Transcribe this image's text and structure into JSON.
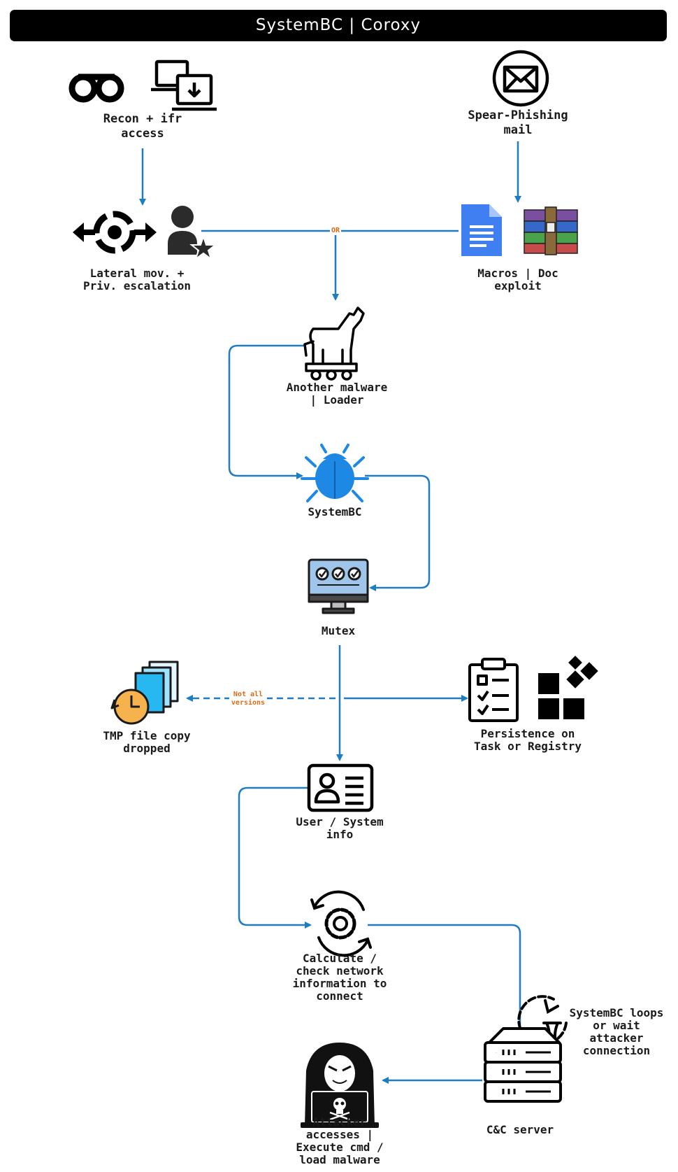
{
  "title": "SystemBC | Coroxy",
  "colors": {
    "arrow": "#1d7dc1",
    "note": "#e06a12",
    "bug": "#1e88e5",
    "doc": "#3f7ff2",
    "clock": "#f6b24c"
  },
  "nodes": {
    "recon": {
      "icon": "binoculars-icon",
      "icon2": "remote-access-icon",
      "lines": [
        "Recon + ifr",
        "access"
      ]
    },
    "phishing": {
      "icon": "envelope-icon",
      "lines": [
        "Spear-Phishing",
        "mail"
      ]
    },
    "lateral": {
      "icon": "lateral-movement-icon",
      "icon2": "privileged-user-icon",
      "lines": [
        "Lateral mov. +",
        "Priv. escalation"
      ]
    },
    "macros": {
      "icon": "google-doc-icon",
      "icon2": "winrar-archive-icon",
      "lines": [
        "Macros | Doc",
        "exploit"
      ]
    },
    "loader": {
      "icon": "trojan-horse-icon",
      "lines": [
        "Another malware",
        "| Loader"
      ]
    },
    "systembc": {
      "icon": "bug-icon",
      "lines": [
        "SystemBC"
      ]
    },
    "mutex": {
      "icon": "monitor-checks-icon",
      "lines": [
        "Mutex"
      ]
    },
    "tmp": {
      "icon": "file-copy-clock-icon",
      "lines": [
        "TMP file copy",
        "dropped"
      ]
    },
    "persistence": {
      "icon": "task-clipboard-icon",
      "icon2": "registry-blocks-icon",
      "lines": [
        "Persistence on",
        "Task or Registry"
      ]
    },
    "userinfo": {
      "icon": "id-card-icon",
      "lines": [
        "User / System",
        "info"
      ]
    },
    "network": {
      "icon": "gear-refresh-icon",
      "lines": [
        "Calculate /",
        "check network",
        "information to",
        "connect"
      ]
    },
    "loops": {
      "icon": "hourglass-loop-icon",
      "lines": [
        "SystemBC loops",
        "or wait",
        "attacker",
        "connection"
      ]
    },
    "cnc": {
      "icon": "server-icon",
      "lines": [
        "C&C server"
      ]
    },
    "attacker": {
      "icon": "hacker-icon",
      "lines": [
        "Attacker",
        "accesses |",
        "Execute cmd /",
        "load malware"
      ]
    }
  },
  "edge_labels": {
    "or": "OR",
    "not_all": [
      "Not all",
      "versions"
    ]
  }
}
